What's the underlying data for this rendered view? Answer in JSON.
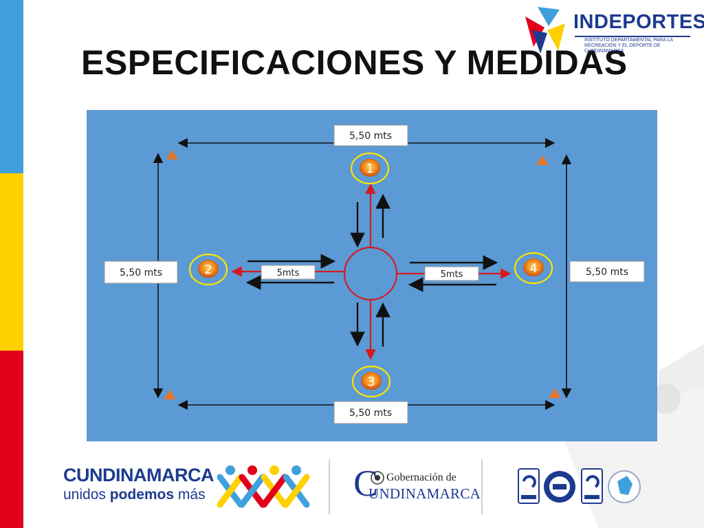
{
  "title": "ESPECIFICACIONES Y MEDIDAS",
  "colors": {
    "field": "#5b9ad4",
    "side_blue": "#3fa0dc",
    "side_yellow": "#ffd000",
    "side_red": "#e2001a",
    "brand_blue": "#1d3a8f"
  },
  "logo_top": {
    "name": "INDEPORTES",
    "subtitle": "INSTITUTO DEPARTAMENTAL PARA LA RECREACIÓN Y EL DEPORTE DE CUNDINAMARCA"
  },
  "diagram": {
    "labels": {
      "top": "5,50 mts",
      "bottom": "5,50 mts",
      "left": "5,50 mts",
      "right": "5,50 mts",
      "left_inner": "5mts",
      "right_inner": "5mts"
    },
    "stations": [
      "1",
      "2",
      "3",
      "4"
    ]
  },
  "footer": {
    "cundinamarca_name": "CUNDINAMARCA",
    "slogan_part1": "unidos ",
    "slogan_bold": "podemos",
    "slogan_part2": " más",
    "gob_top": "Gobernación de",
    "gob_bottom": "UNDINAMARCA",
    "gob_initial": "C",
    "cert_icons": [
      "iso-9001-icon",
      "iqnet-icon",
      "ntcgp-1000-icon",
      "colombia-seal-icon"
    ]
  }
}
